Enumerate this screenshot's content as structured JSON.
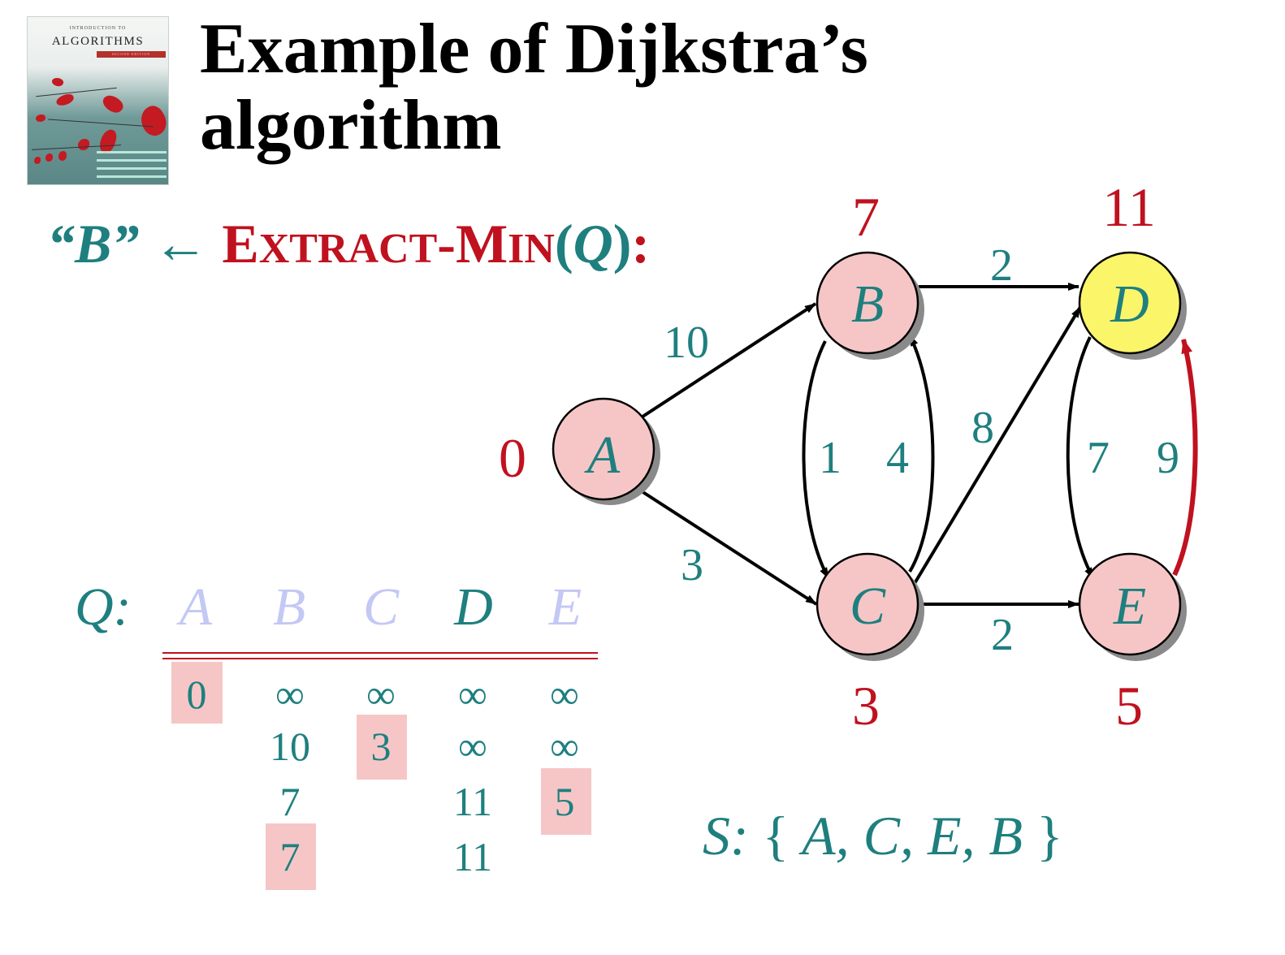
{
  "book_cover": {
    "top_small": "INTRODUCTION TO",
    "title": "ALGORITHMS",
    "edition": "SECOND EDITION"
  },
  "title": {
    "line1": "Example of Dijkstra’s",
    "line2": "algorithm"
  },
  "operation": {
    "var": "“B”",
    "arrow": "←",
    "fn_E": "E",
    "fn_xtract": "XTRACT",
    "fn_dash": "-",
    "fn_M": "M",
    "fn_in": "IN",
    "lparen": "(",
    "arg": "Q",
    "rparen": ")",
    "colon": ":"
  },
  "graph": {
    "nodes": [
      {
        "id": "A",
        "label": "A",
        "dist": "0",
        "fill": "#f6c6c6"
      },
      {
        "id": "B",
        "label": "B",
        "dist": "7",
        "fill": "#f6c6c6"
      },
      {
        "id": "C",
        "label": "C",
        "dist": "3",
        "fill": "#f6c6c6"
      },
      {
        "id": "D",
        "label": "D",
        "dist": "11",
        "fill": "#fbf56a"
      },
      {
        "id": "E",
        "label": "E",
        "dist": "5",
        "fill": "#f6c6c6"
      }
    ],
    "edges": [
      {
        "from": "A",
        "to": "B",
        "weight": "10"
      },
      {
        "from": "A",
        "to": "C",
        "weight": "3"
      },
      {
        "from": "B",
        "to": "D",
        "weight": "2"
      },
      {
        "from": "B",
        "to": "C",
        "weight": "1"
      },
      {
        "from": "C",
        "to": "B",
        "weight": "4"
      },
      {
        "from": "C",
        "to": "D",
        "weight": "8"
      },
      {
        "from": "C",
        "to": "E",
        "weight": "2"
      },
      {
        "from": "D",
        "to": "E",
        "weight": "7"
      },
      {
        "from": "E",
        "to": "D",
        "weight": "9",
        "highlighted": true
      }
    ],
    "colors": {
      "teal": "#1f7f7f",
      "red": "#c0111f",
      "yellow": "#fbf56a",
      "pink": "#f6c6c6"
    }
  },
  "queue": {
    "label": "Q:",
    "headers": [
      "A",
      "B",
      "C",
      "D",
      "E"
    ],
    "header_faded": [
      true,
      true,
      true,
      false,
      true
    ],
    "rows": [
      [
        "0",
        "∞",
        "∞",
        "∞",
        "∞"
      ],
      [
        "",
        "10",
        "3",
        "∞",
        "∞"
      ],
      [
        "",
        "7",
        "",
        "11",
        "5"
      ],
      [
        "",
        "7",
        "",
        "11",
        ""
      ]
    ],
    "highlighted_cells": [
      [
        0,
        0
      ],
      [
        1,
        2
      ],
      [
        2,
        4
      ],
      [
        3,
        1
      ]
    ]
  },
  "set_S": {
    "label": "S:",
    "open": "{",
    "members": "A, C, E, B",
    "close": "}"
  }
}
